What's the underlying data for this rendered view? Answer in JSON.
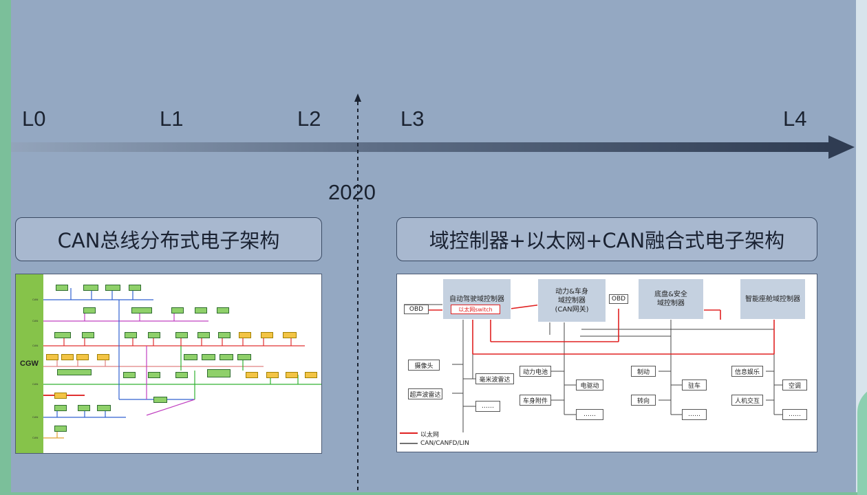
{
  "timeline": {
    "levels": [
      "L0",
      "L1",
      "L2",
      "L3",
      "L4"
    ],
    "year": "2020"
  },
  "left": {
    "title": "CAN总线分布式电子架构",
    "cgw_label": "CGW",
    "can_label": "CAN"
  },
  "right": {
    "title": "域控制器+以太网+CAN融合式电子架构",
    "domains": [
      {
        "label": "自动驾驶域控制器"
      },
      {
        "label": "动力&车身\n域控制器\n(CAN网关)"
      },
      {
        "label": "底盘&安全\n域控制器"
      },
      {
        "label": "智能座舱域控制器"
      }
    ],
    "switch_label": "以太网switch",
    "obd_left": "OBD",
    "obd_right": "OBD",
    "nodes": {
      "camera": "摄像头",
      "mmwave": "毫米波雷达",
      "ultrasonic": "超声波雷达",
      "battery": "动力电池",
      "motor": "电驱动",
      "body": "车身附件",
      "brake": "制动",
      "chassis": "驻车",
      "steer": "转向",
      "info": "信息娱乐",
      "ac": "空调",
      "hmi": "人机交互",
      "dots": "……"
    },
    "legend": [
      {
        "label": "以太网",
        "color": "#e02020"
      },
      {
        "label": "CAN/CANFD/LIN",
        "color": "#444444"
      }
    ]
  },
  "colors": {
    "slide_bg": "#94a8c2",
    "ethernet": "#e02020",
    "cgw_green": "#86c34a"
  }
}
